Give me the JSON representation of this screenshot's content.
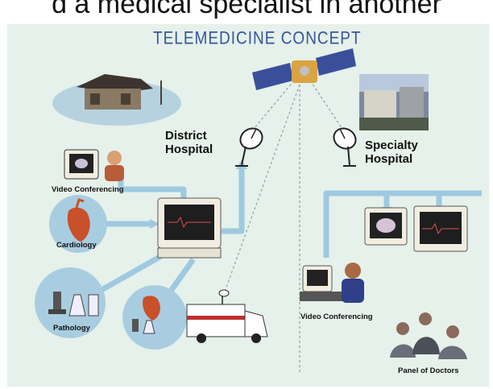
{
  "header": {
    "caption": "d a medical specialist in another"
  },
  "diagram": {
    "title": "TELEMEDICINE CONCEPT",
    "nodes": {
      "district_hospital": [
        "District",
        "Hospital"
      ],
      "specialty_hospital": [
        "Specialty",
        "Hospital"
      ],
      "video_conferencing_left": "Video Conferencing",
      "cardiology": "Cardiology",
      "pathology": "Pathology",
      "video_conferencing_right": "Video Conferencing",
      "panel_of_doctors": "Panel of Doctors"
    },
    "colors": {
      "background": "#e5f1ea",
      "connector": "#9ec9e0",
      "circle": "#a9cde0",
      "title": "#37559a",
      "dashed_link": "#8aa0a8"
    }
  }
}
